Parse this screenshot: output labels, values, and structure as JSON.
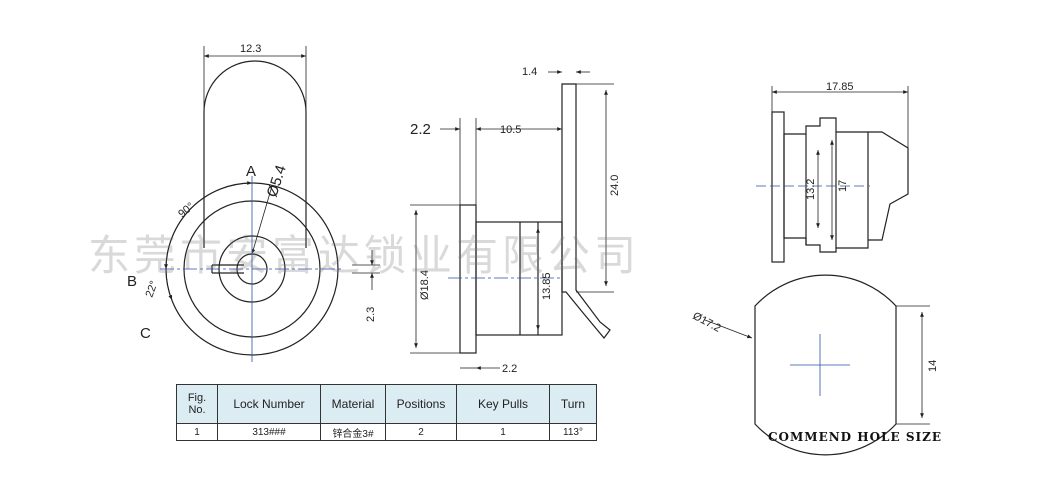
{
  "watermark": "东莞市安富达锁业有限公司",
  "front_view": {
    "width_dim": "12.3",
    "bore_dim": "Ø5.4",
    "angle_dim": "90°",
    "small_angle_dim": "22°",
    "offset_dim": "2.3",
    "label_a": "A",
    "label_b": "B",
    "label_c": "C"
  },
  "side_view": {
    "top_dim": "1.4",
    "flange_dim": "2.2",
    "length_dim": "10.5",
    "height_dim": "24.0",
    "body_dia_dim": "Ø18.4",
    "inner_dim": "13.85",
    "bottom_dim": "2.2"
  },
  "right_view": {
    "width_dim": "17.85",
    "inner_dim": "13.2",
    "outer_dim": "17"
  },
  "hole_view": {
    "dia_dim": "Ø17.2",
    "flat_dim": "14",
    "title": "COMMEND HOLE SIZE"
  },
  "table": {
    "headers": [
      "Fig. No.",
      "Lock Number",
      "Material",
      "Positions",
      "Key Pulls",
      "Turn"
    ],
    "rows": [
      [
        "1",
        "313###",
        "锌合金3#",
        "2",
        "1",
        "113°"
      ]
    ]
  },
  "colors": {
    "line": "#222222",
    "center_line": "#2b4fa8",
    "table_header": "#dcecf3"
  }
}
